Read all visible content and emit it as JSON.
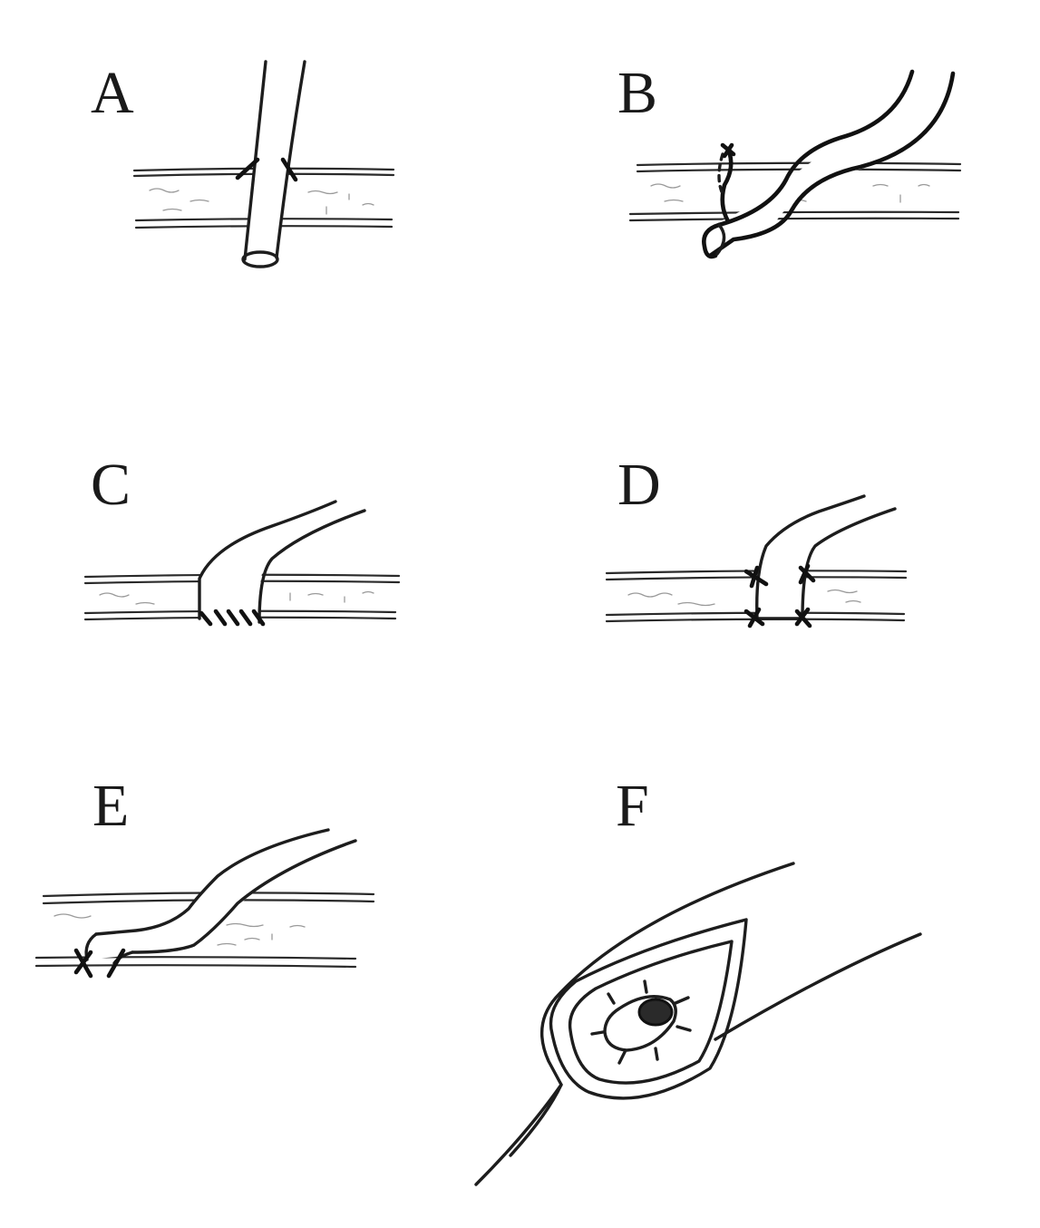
{
  "figure": {
    "panels": [
      {
        "id": "A",
        "label": "A"
      },
      {
        "id": "B",
        "label": "B"
      },
      {
        "id": "C",
        "label": "C"
      },
      {
        "id": "D",
        "label": "D"
      },
      {
        "id": "E",
        "label": "E"
      },
      {
        "id": "F",
        "label": "F"
      }
    ]
  },
  "style": {
    "ink": "#1d1d1d",
    "background": "#ffffff"
  }
}
